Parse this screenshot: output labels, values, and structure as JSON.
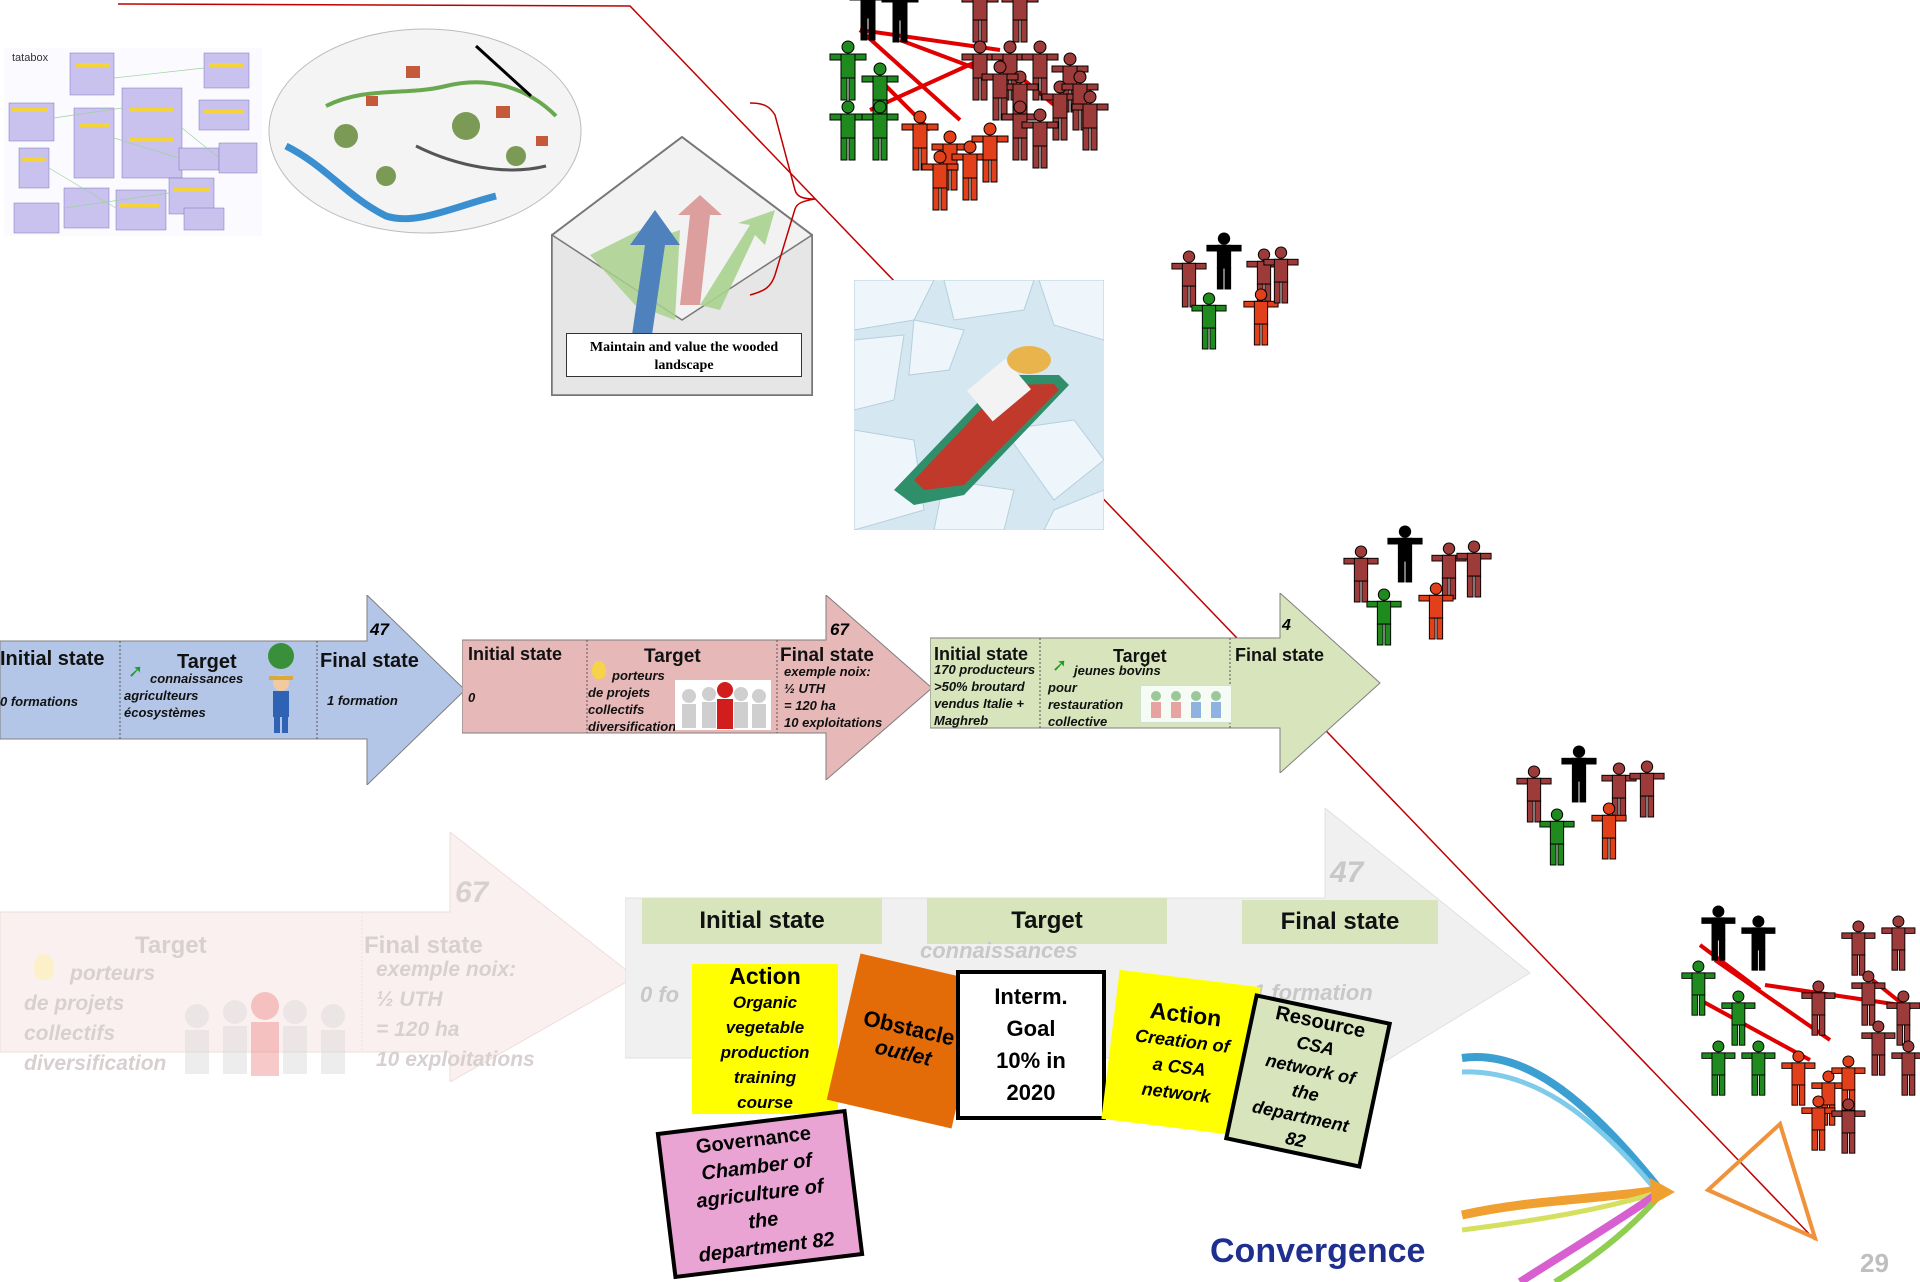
{
  "logo": "tatabox",
  "envelope_label": "Maintain and value the wooded landscape",
  "arrows": [
    {
      "initial": "Initial state",
      "target": "Target",
      "final": "Final state",
      "count": "47",
      "initial_value": "0 formations",
      "target_items": [
        "connaissances",
        "agriculteurs",
        "écosystèmes"
      ],
      "final_value": "1 formation",
      "color": "#b4c6e7"
    },
    {
      "initial": "Initial state",
      "target": "Target",
      "final": "Final state",
      "count": "67",
      "initial_value": "0",
      "target_items": [
        "porteurs",
        "de projets",
        "collectifs",
        "diversification"
      ],
      "final_items": [
        "exemple noix:",
        "½ UTH",
        "= 120 ha",
        "10 exploitations"
      ],
      "color": "#e6b8b7"
    },
    {
      "initial": "Initial state",
      "target": "Target",
      "final": "Final state",
      "count": "4",
      "initial_items": [
        "170 producteurs",
        ">50% broutard",
        "vendus Italie +",
        "Maghreb"
      ],
      "target_items": [
        "jeunes bovins",
        "pour",
        "restauration",
        "collective"
      ],
      "color": "#d7e4bc"
    }
  ],
  "faded_arrow": {
    "count": "67",
    "target": "Target",
    "final": "Final state",
    "target_items": [
      "porteurs",
      "de projets",
      "collectifs",
      "diversification"
    ],
    "final_items": [
      "exemple noix:",
      "½ UTH",
      "= 120 ha",
      "10 exploitations"
    ]
  },
  "bottom_arrow": {
    "count": "47",
    "initial": "Initial state",
    "target": "Target",
    "final": "Final state",
    "faded_target": "connaissances",
    "faded_final": "1 formation",
    "faded_initial": "0 fo"
  },
  "cards": {
    "action1": {
      "title": "Action",
      "body": [
        "Organic",
        "vegetable",
        "production",
        "training",
        "course"
      ],
      "color": "#ffff00"
    },
    "obstacle": {
      "title": "Obstacle",
      "body": "outlet",
      "color": "#e36c09"
    },
    "goal": {
      "lines": [
        "Interm.",
        "Goal",
        "10% in",
        "2020"
      ]
    },
    "action2": {
      "title": "Action",
      "body": [
        "Creation of",
        "a CSA",
        "network"
      ],
      "color": "#ffff00"
    },
    "resource": {
      "title": "Resource",
      "body": [
        "CSA",
        "network of",
        "the",
        "department",
        "82"
      ],
      "color": "#d7e4bc"
    },
    "governance": {
      "title": "Governance",
      "body": [
        "Chamber of",
        "agriculture of",
        "the",
        "department 82"
      ],
      "color": "#e9a4d4"
    }
  },
  "convergence": "Convergence",
  "page_number": "29",
  "colors": {
    "red_person": "#c0504d",
    "dark_red_person": "#9c3b3a",
    "green_person": "#1f8b1f",
    "orange_person": "#e2401a",
    "black_person": "#000000",
    "line_red": "#c00000",
    "convergence_blue": "#1f2f8f"
  }
}
